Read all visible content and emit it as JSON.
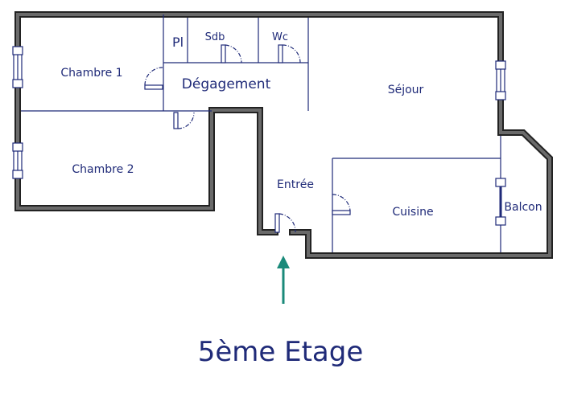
{
  "plan": {
    "floor_title": "5ème Etage",
    "rooms": {
      "chambre1": "Chambre 1",
      "chambre2": "Chambre 2",
      "placard": "Pl",
      "sdb": "Sdb",
      "wc": "Wc",
      "degagement": "Dégagement",
      "sejour": "Séjour",
      "entree": "Entrée",
      "cuisine": "Cuisine",
      "balcon": "Balcon"
    },
    "colors": {
      "wall_fill": "#606060",
      "wall_stroke": "#222222",
      "partition": "#1f2a78",
      "text": "#1f2a78",
      "arrow": "#1a8a7a"
    },
    "icons": {
      "entrance": "arrow-up-icon"
    }
  }
}
